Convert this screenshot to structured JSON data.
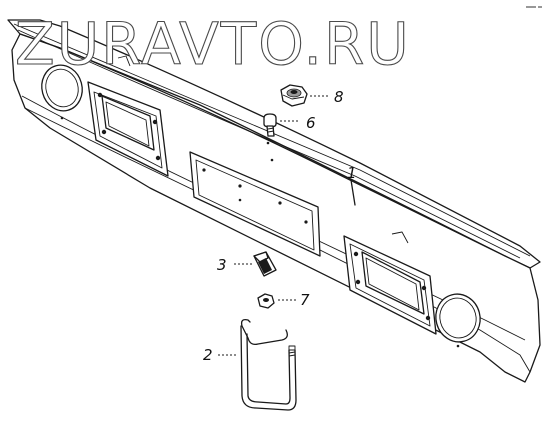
{
  "watermark": {
    "text": "ZURAVTO.RU",
    "corner_mark": ""
  },
  "parts": [
    {
      "id": "part-1",
      "name": "bumper",
      "callout": "1"
    },
    {
      "id": "part-2",
      "name": "u-bolt",
      "callout": "2"
    },
    {
      "id": "part-3",
      "name": "bracket",
      "callout": "3"
    },
    {
      "id": "part-6",
      "name": "bolt",
      "callout": "6"
    },
    {
      "id": "part-7",
      "name": "cage-nut",
      "callout": "7"
    },
    {
      "id": "part-8",
      "name": "hex-nut",
      "callout": "8"
    }
  ],
  "callouts": {
    "p1": "1",
    "p2": "2",
    "p3": "3",
    "p6": "6",
    "p7": "7",
    "p8": "8"
  },
  "colors": {
    "line": "#1a1a1a",
    "background": "#ffffff",
    "watermark_outline": "#4a4a4a"
  }
}
